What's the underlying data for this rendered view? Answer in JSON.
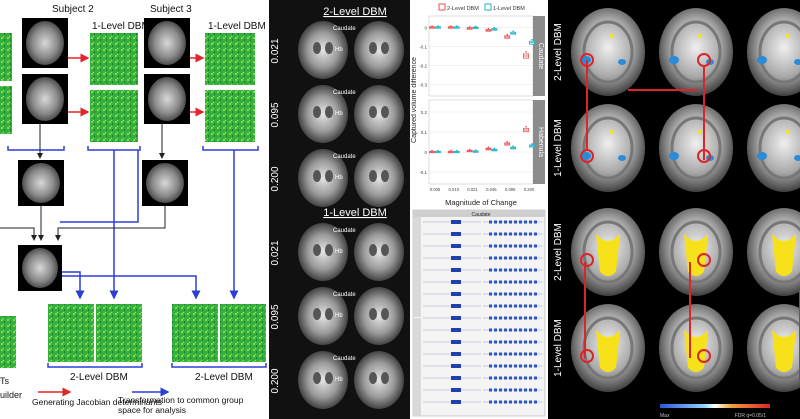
{
  "panel_a": {
    "subject2_label": "Subject 2",
    "subject3_label": "Subject 3",
    "one_level_label_1": "1-Level DBM",
    "one_level_label_2": "1-Level DBM",
    "two_level_label_1": "2-Level DBM",
    "two_level_label_2": "2-Level DBM",
    "left_cut_1": "Ts",
    "left_cut_2": "uilder",
    "legend_red": "Generating Jacobian determinants",
    "legend_blue": "Transformation to common group space for analysis",
    "colors": {
      "red_arrow": "#e0262b",
      "blue_arrow": "#2b3fd6",
      "jacobian_green": "#2fae3a"
    }
  },
  "panel_b": {
    "two_level_title": "2-Level DBM",
    "one_level_title": "1-Level DBM",
    "row_labels_top": [
      "0.021",
      "0.095",
      "0.200"
    ],
    "row_labels_bottom": [
      "0.021",
      "0.095",
      "0.200"
    ],
    "caudate": "Caudate",
    "hb": "Hb"
  },
  "panel_c": {
    "legend_two": "2-Level DBM",
    "legend_one": "1-Level DBM",
    "ylabel": "Captured volume difference",
    "xlabel": "Magnitude of Change",
    "facet_top": "Caudate",
    "facet_bottom": "Habenula",
    "yticks_top": [
      "0",
      "-0.1",
      "-0.2",
      "-0.3"
    ],
    "yticks_bottom": [
      "0.2",
      "0.1",
      "0",
      "-0.1"
    ],
    "caudate_small": "Caudate",
    "colors": {
      "two_level": "#e8525a",
      "one_level": "#1fb4c4"
    }
  },
  "chart_data": {
    "type": "box",
    "title": "",
    "xlabel": "Magnitude of Change",
    "ylabel": "Captured volume difference",
    "categories": [
      "0.005",
      "0.010",
      "0.021",
      "0.045",
      "0.095",
      "0.200"
    ],
    "facets": [
      {
        "name": "Caudate",
        "ylim": [
          -0.35,
          0.05
        ],
        "series": [
          {
            "name": "2-Level DBM",
            "values": [
              0.0,
              0.0,
              -0.005,
              -0.015,
              -0.05,
              -0.15
            ]
          },
          {
            "name": "1-Level DBM",
            "values": [
              0.0,
              0.0,
              -0.002,
              -0.01,
              -0.03,
              -0.08
            ]
          }
        ]
      },
      {
        "name": "Habenula",
        "ylim": [
          -0.15,
          0.25
        ],
        "series": [
          {
            "name": "2-Level DBM",
            "values": [
              0.0,
              0.0,
              0.005,
              0.015,
              0.04,
              0.11
            ]
          },
          {
            "name": "1-Level DBM",
            "values": [
              0.0,
              0.0,
              0.002,
              0.01,
              0.02,
              0.03
            ]
          }
        ]
      }
    ]
  },
  "panel_d": {
    "rows": [
      "2-Level DBM",
      "1-Level DBM",
      "2-Level DBM",
      "1-Level DBM"
    ],
    "colorbar_left": "Max",
    "colorbar_right": "FDR q=0.05/1",
    "colors": {
      "hot": "#f7e11b",
      "cold": "#2a8bd8",
      "ring": "#d8262b"
    }
  }
}
